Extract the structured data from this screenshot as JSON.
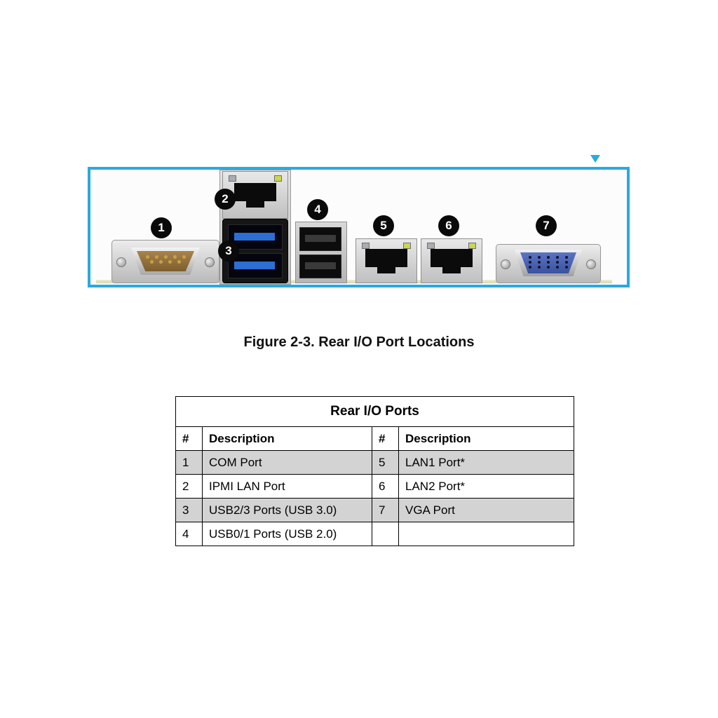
{
  "figure": {
    "caption": "Figure 2-3. Rear I/O Port Locations"
  },
  "panel": {
    "accent_color": "#29a9e1",
    "callouts": [
      "1",
      "2",
      "3",
      "4",
      "5",
      "6",
      "7"
    ],
    "ports": [
      "com-port",
      "ipmi-lan-port",
      "usb3-ports",
      "usb2-ports",
      "lan1-port",
      "lan2-port",
      "vga-port"
    ]
  },
  "table": {
    "title": "Rear I/O Ports",
    "headers": [
      "#",
      "Description",
      "#",
      "Description"
    ],
    "row_shade_color": "#d3d3d3",
    "rows": [
      {
        "n1": "1",
        "d1": "COM Port",
        "n2": "5",
        "d2": "LAN1 Port*"
      },
      {
        "n1": "2",
        "d1": "IPMI LAN Port",
        "n2": "6",
        "d2": "LAN2 Port*"
      },
      {
        "n1": "3",
        "d1": "USB2/3 Ports (USB 3.0)",
        "n2": "7",
        "d2": "VGA Port"
      },
      {
        "n1": "4",
        "d1": "USB0/1 Ports (USB 2.0)",
        "n2": "",
        "d2": ""
      }
    ]
  }
}
